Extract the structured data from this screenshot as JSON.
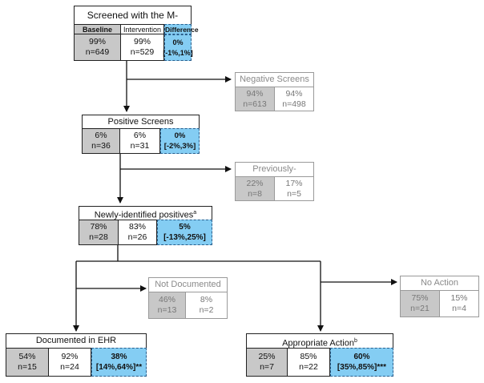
{
  "screened": {
    "title": "Screened with the M-CHAT-R",
    "headers": {
      "baseline": "Baseline",
      "intervention": "Intervention",
      "difference": "Difference"
    },
    "baseline": {
      "pct": "99%",
      "n": "n=649"
    },
    "intervention": {
      "pct": "99%",
      "n": "n=529"
    },
    "difference": {
      "pct": "0%",
      "ci": "[-1%,1%]"
    }
  },
  "negative": {
    "title": "Negative Screens",
    "baseline": {
      "pct": "94%",
      "n": "n=613"
    },
    "intervention": {
      "pct": "94%",
      "n": "n=498"
    }
  },
  "positive": {
    "title": "Positive Screens",
    "baseline": {
      "pct": "6%",
      "n": "n=36"
    },
    "intervention": {
      "pct": "6%",
      "n": "n=31"
    },
    "difference": {
      "pct": "0%",
      "ci": "[-2%,3%]"
    }
  },
  "previous": {
    "title": "Previously-identified",
    "baseline": {
      "pct": "22%",
      "n": "n=8"
    },
    "intervention": {
      "pct": "17%",
      "n": "n=5"
    }
  },
  "newly": {
    "title": "Newly-identified positives",
    "sup": "a",
    "baseline": {
      "pct": "78%",
      "n": "n=28"
    },
    "intervention": {
      "pct": "83%",
      "n": "n=26"
    },
    "difference": {
      "pct": "5%",
      "ci": "[-13%,25%]"
    }
  },
  "notdoc": {
    "title": "Not Documented",
    "baseline": {
      "pct": "46%",
      "n": "n=13"
    },
    "intervention": {
      "pct": "8%",
      "n": "n=2"
    }
  },
  "noaction": {
    "title": "No Action",
    "baseline": {
      "pct": "75%",
      "n": "n=21"
    },
    "intervention": {
      "pct": "15%",
      "n": "n=4"
    }
  },
  "documented": {
    "title": "Documented in EHR",
    "baseline": {
      "pct": "54%",
      "n": "n=15"
    },
    "intervention": {
      "pct": "92%",
      "n": "n=24"
    },
    "difference": {
      "pct": "38%",
      "ci": "[14%,64%]**"
    }
  },
  "appropriate": {
    "title": "Appropriate Action",
    "sup": "b",
    "baseline": {
      "pct": "25%",
      "n": "n=7"
    },
    "intervention": {
      "pct": "85%",
      "n": "n=22"
    },
    "difference": {
      "pct": "60%",
      "ci": "[35%,85%]***"
    }
  }
}
